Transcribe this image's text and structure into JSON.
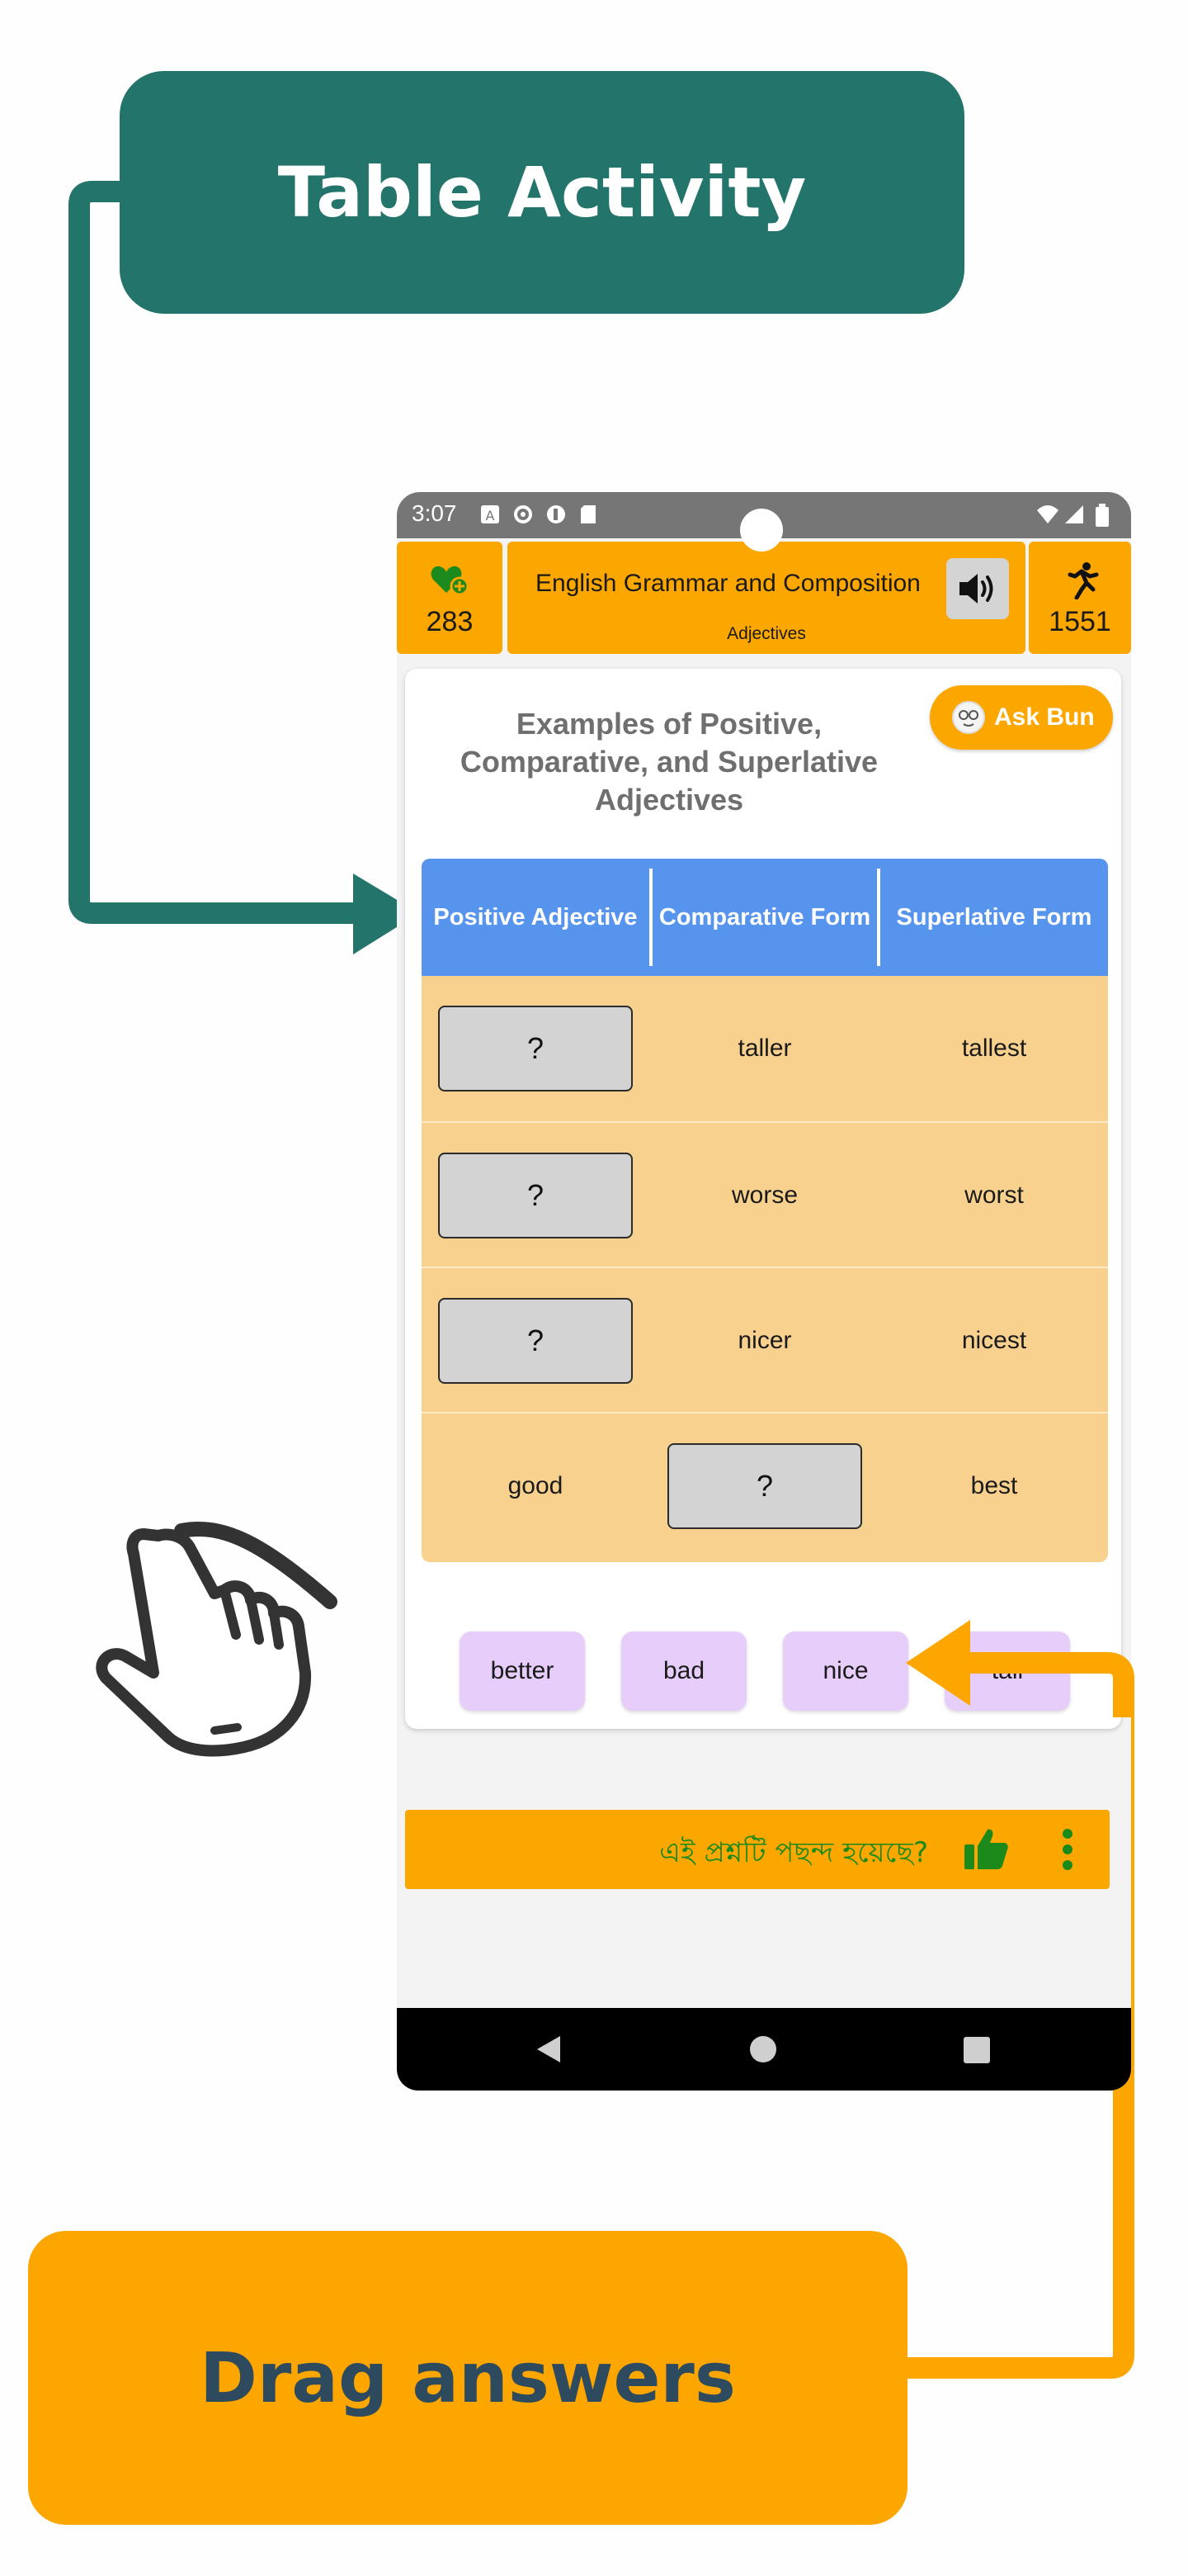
{
  "callouts": {
    "top": "Table Activity",
    "bottom": "Drag answers"
  },
  "colors": {
    "teal": "#23746a",
    "orange": "#fda600",
    "header_blue": "#5694ee",
    "table_bg": "#f9d18f",
    "chip_bg": "#e7cdfa",
    "feedback_green": "#1b8a1b"
  },
  "status_bar": {
    "time": "3:07",
    "icons": [
      "a-icon",
      "settings-icon",
      "app-icon",
      "sd-card-icon",
      "wifi-icon",
      "signal-icon",
      "battery-icon"
    ]
  },
  "header": {
    "lives": "283",
    "lives_icon": "heart-plus-icon",
    "title": "English Grammar and Composition",
    "subtitle": "Adjectives",
    "sound_icon": "speaker-icon",
    "steps": "1551",
    "steps_icon": "runner-icon"
  },
  "card": {
    "title": "Examples of Positive, Comparative, and Superlative Adjectives",
    "ask_button": "Ask Bun",
    "ask_icon": "bun-avatar-icon"
  },
  "table": {
    "headers": [
      "Positive Adjective",
      "Comparative Form",
      "Superlative Form"
    ],
    "rows": [
      [
        "?",
        "taller",
        "tallest"
      ],
      [
        "?",
        "worse",
        "worst"
      ],
      [
        "?",
        "nicer",
        "nicest"
      ],
      [
        "good",
        "?",
        "best"
      ]
    ]
  },
  "choices": [
    "better",
    "bad",
    "nice",
    "tall"
  ],
  "feedback": {
    "question": "এই প্রশ্নটি পছন্দ হয়েছে?",
    "like_icon": "thumbs-up-icon",
    "menu_icon": "more-vertical-icon"
  },
  "nav": {
    "icons": [
      "back-icon",
      "home-icon",
      "recents-icon"
    ]
  }
}
